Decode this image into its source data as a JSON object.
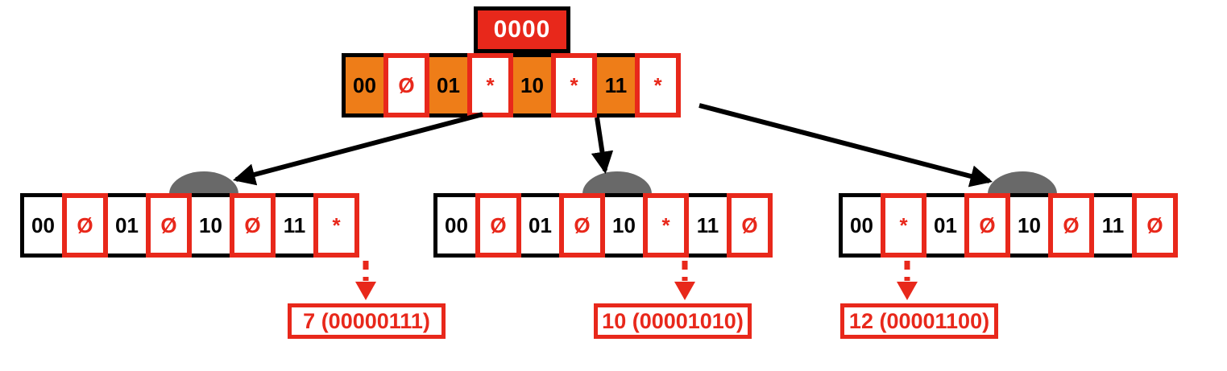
{
  "colors": {
    "red": "#e8281b",
    "orange": "#ee7d18",
    "dome_gray": "#696969",
    "black": "#000000",
    "white": "#ffffff"
  },
  "root": {
    "label": "0000"
  },
  "top_node": {
    "cells": [
      {
        "label": "00"
      },
      {
        "label": "Ø"
      },
      {
        "label": "01"
      },
      {
        "label": "*"
      },
      {
        "label": "10"
      },
      {
        "label": "*"
      },
      {
        "label": "11"
      },
      {
        "label": "*"
      }
    ]
  },
  "child_left": {
    "cells": [
      {
        "label": "00"
      },
      {
        "label": "Ø"
      },
      {
        "label": "01"
      },
      {
        "label": "Ø"
      },
      {
        "label": "10"
      },
      {
        "label": "Ø"
      },
      {
        "label": "11"
      },
      {
        "label": "*"
      }
    ]
  },
  "child_middle": {
    "cells": [
      {
        "label": "00"
      },
      {
        "label": "Ø"
      },
      {
        "label": "01"
      },
      {
        "label": "Ø"
      },
      {
        "label": "10"
      },
      {
        "label": "*"
      },
      {
        "label": "11"
      },
      {
        "label": "Ø"
      }
    ]
  },
  "child_right": {
    "cells": [
      {
        "label": "00"
      },
      {
        "label": "*"
      },
      {
        "label": "01"
      },
      {
        "label": "Ø"
      },
      {
        "label": "10"
      },
      {
        "label": "Ø"
      },
      {
        "label": "11"
      },
      {
        "label": "Ø"
      }
    ]
  },
  "results": {
    "left": {
      "label": "7 (00000111)"
    },
    "middle": {
      "label": "10 (00001010)"
    },
    "right": {
      "label": "12 (00001100)"
    }
  }
}
